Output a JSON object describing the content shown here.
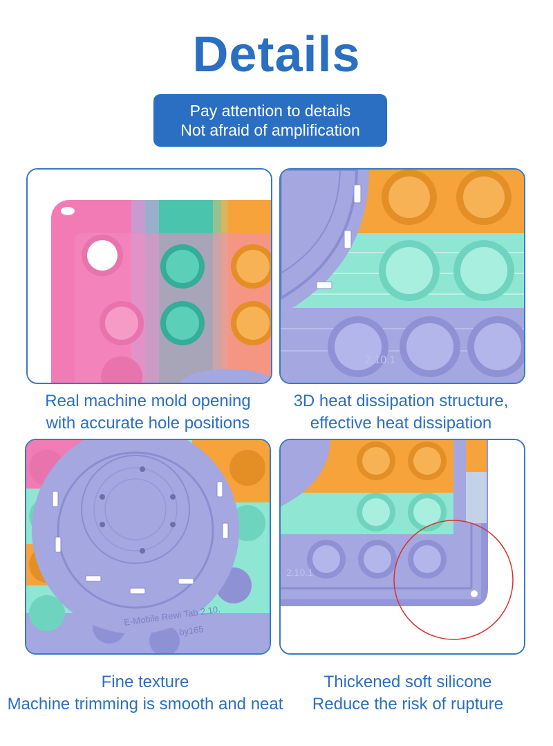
{
  "title": "Details",
  "banner": {
    "line1": "Pay attention to details",
    "line2": "Not afraid of amplification"
  },
  "panels": [
    {
      "caption1": "Real machine mold opening",
      "caption2": "with accurate hole positions"
    },
    {
      "caption1": "3D heat dissipation structure,",
      "caption2": "effective heat dissipation",
      "engraving": "2.10.1"
    },
    {
      "caption1": "Fine texture",
      "caption2": "Machine trimming is smooth and neat",
      "engraving1": "E-Mobile Rewi Tab 2.10.",
      "engraving2": "by165"
    },
    {
      "caption1": "Thickened soft silicone",
      "caption2": "Reduce the risk of rupture",
      "engraving": "2.10.1"
    }
  ],
  "colors": {
    "brand_blue": "#2a6fc1",
    "pink": "#f27bb6",
    "teal": "#4bc4ae",
    "orange": "#f7a33b",
    "mint": "#8fe6d3",
    "lavender": "#a4a7e0",
    "highlight_circle": "#d9302a"
  }
}
